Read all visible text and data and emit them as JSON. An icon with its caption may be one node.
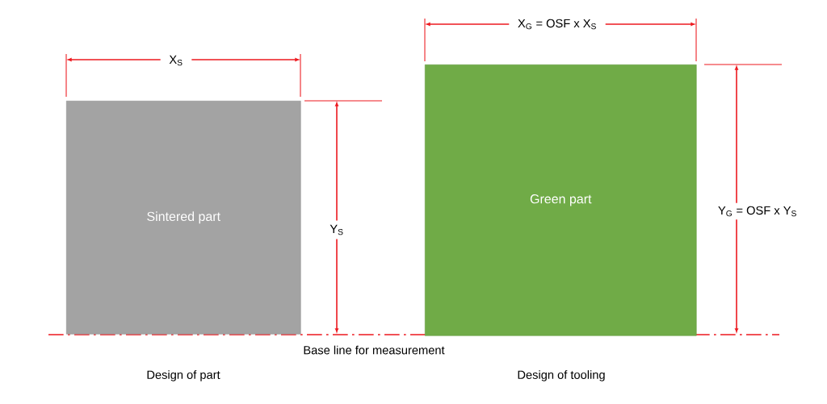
{
  "diagram": {
    "nodes": [
      {
        "text": [
          "Sintered part"
        ],
        "beside": [
          "Design of part"
        ]
      },
      {
        "text": [
          "Green part"
        ],
        "beside": [
          "Design of tooling"
        ]
      }
    ],
    "labels": [
      "X$_{S}$",
      "X$_{G}$ = OSF x X$_{S}$",
      "Y$_{S}$",
      "Y$_{G}$ = OSF x Y$_{S}$",
      "Base line for measurement"
    ]
  }
}
